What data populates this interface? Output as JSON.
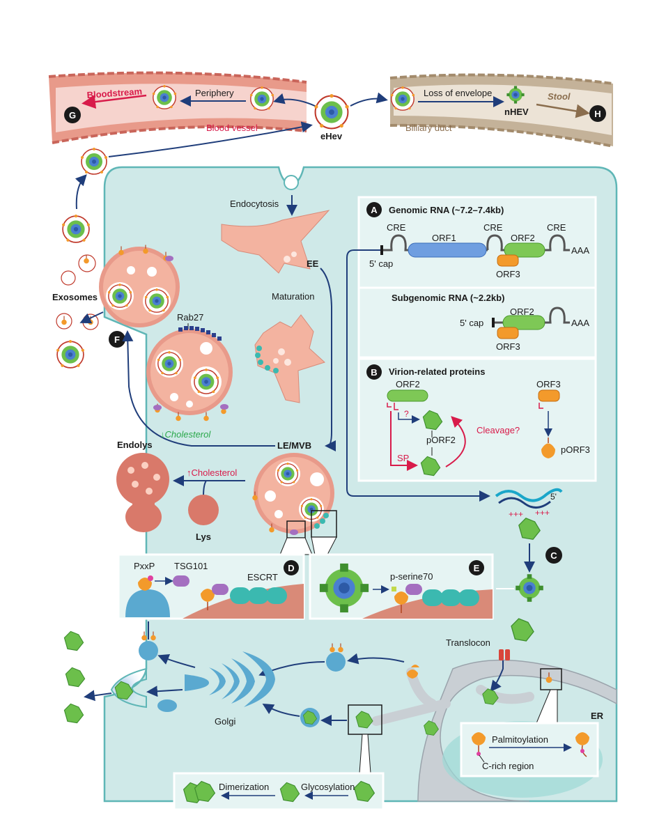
{
  "vessel": {
    "bloodstream": "Bloodstream",
    "periphery": "Periphery",
    "blood_vessel": "Blood vessel",
    "badge_g": "G"
  },
  "duct": {
    "loss_of_envelope": "Loss of envelope",
    "nhev": "nHEV",
    "stool": "Stool",
    "billiary_duct": "Billiary duct",
    "badge_h": "H"
  },
  "ehev": "eHev",
  "cell": {
    "endocytosis": "Endocytosis",
    "ee": "EE",
    "maturation": "Maturation",
    "rab27": "Rab27",
    "exosomes": "Exosomes",
    "badge_f": "F",
    "cholesterol_down": "↓Cholesterol",
    "le_mvb": "LE/MVB",
    "endolys": "Endolys",
    "cholesterol_up": "↑Cholesterol",
    "lys": "Lys",
    "badge_c": "C",
    "translocon": "Translocon",
    "er": "ER",
    "golgi": "Golgi"
  },
  "panel_a": {
    "badge": "A",
    "title": "Genomic RNA (~7.2–7.4kb)",
    "cre": "CRE",
    "orf1": "ORF1",
    "orf2": "ORF2",
    "orf3": "ORF3",
    "cap": "5' cap",
    "aaa": "AAA",
    "sub_title": "Subgenomic RNA (~2.2kb)"
  },
  "panel_b": {
    "badge": "B",
    "title": "Virion-related proteins",
    "orf2": "ORF2",
    "orf3": "ORF3",
    "question": "?",
    "porf2": "pORF2",
    "cleavage": "Cleavage?",
    "sp": "SP",
    "porf3": "pORF3"
  },
  "panel_c": {
    "five_prime": "5'"
  },
  "panel_d": {
    "badge": "D",
    "pxxp": "PxxP",
    "tsg101": "TSG101",
    "escrt": "ESCRT"
  },
  "panel_e": {
    "badge": "E",
    "pserine": "p-serine70"
  },
  "panel_palm": {
    "palmitoylation": "Palmitoylation",
    "crich": "C-rich region"
  },
  "panel_dimer": {
    "dimerization": "Dimerization",
    "glycosylation": "Glycosylation"
  },
  "colors": {
    "vessel": "#e89a8a",
    "duct": "#c4b299",
    "cell_fill": "#cfe9e8",
    "cell_border": "#5fb6b6",
    "mvb": "#d98a78",
    "capsid_green": "#6cbf4b",
    "orange_orf3": "#f39a2b",
    "purple": "#a46fc0",
    "teal_escrt": "#3bb9b0",
    "arrow_navy": "#1f3d7a",
    "red_accent": "#d81b4a"
  }
}
